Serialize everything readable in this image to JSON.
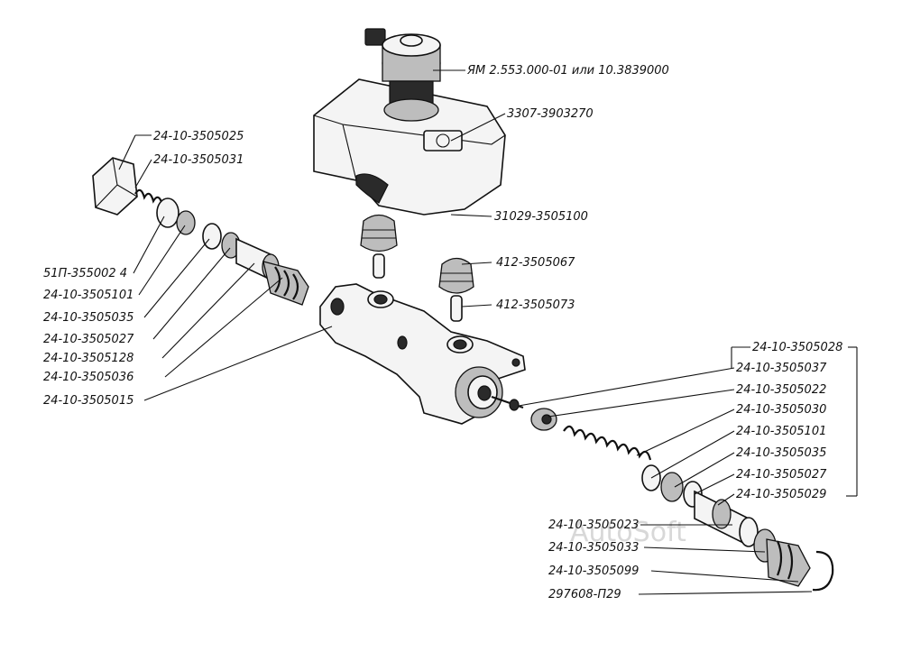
{
  "labels": {
    "cap_sensor": "ЯМ 2.553.000-01 или 10.3839000",
    "cap_bottom": "3307-3903270",
    "reservoir": "31029-3505100",
    "plug": "24-10-3505025",
    "spring_left": "24-10-3505031",
    "nut": "51П-355002 4",
    "left_101": "24-10-3505101",
    "left_035": "24-10-3505035",
    "left_027": "24-10-3505027",
    "left_128": "24-10-3505128",
    "left_036": "24-10-3505036",
    "body": "24-10-3505015",
    "valve_067": "412-3505067",
    "valve_073": "412-3505073",
    "group_028": "24-10-3505028",
    "right_037": "24-10-3505037",
    "right_022": "24-10-3505022",
    "right_030": "24-10-3505030",
    "right_101": "24-10-3505101",
    "right_035": "24-10-3505035",
    "right_027": "24-10-3505027",
    "right_029": "24-10-3505029",
    "right_023": "24-10-3505023",
    "right_033": "24-10-3505033",
    "right_099": "24-10-3505099",
    "ring": "297608-П29"
  },
  "watermark": "AutoSoft"
}
